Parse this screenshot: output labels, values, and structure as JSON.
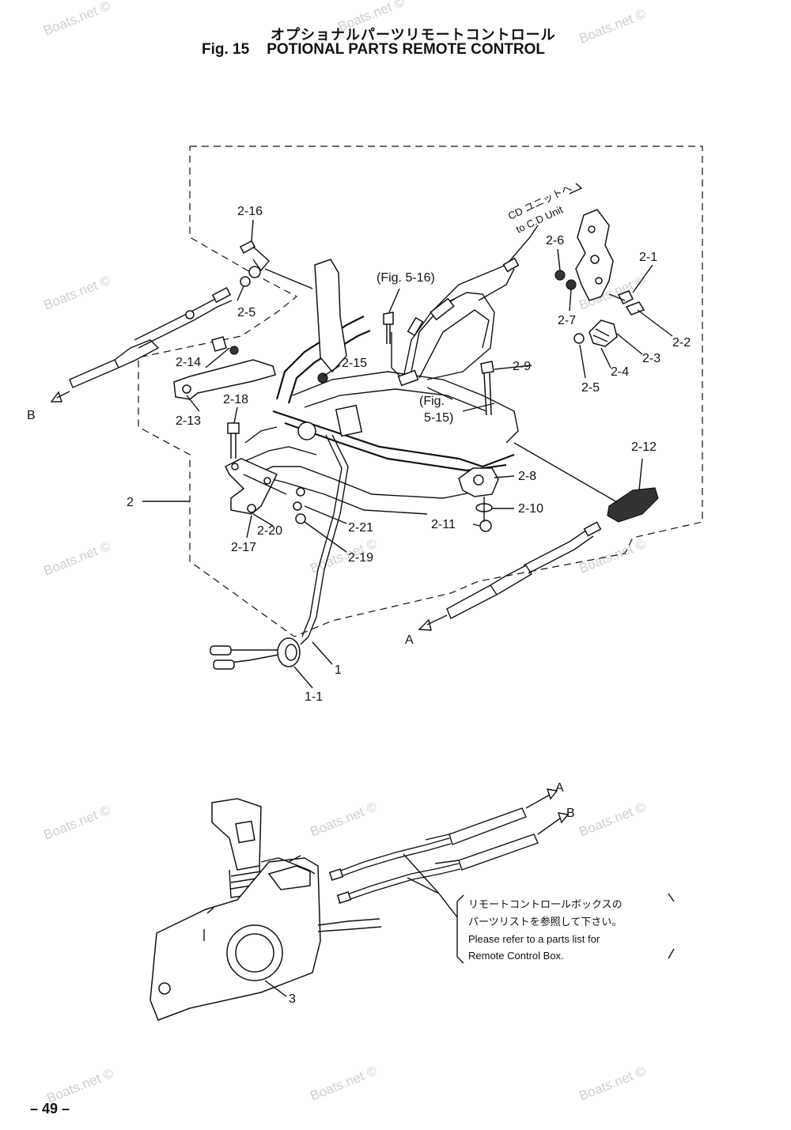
{
  "header": {
    "title_jp": "オプショナルパーツリモートコントロール",
    "fig_label": "Fig. 15",
    "title_en": "POTIONAL PARTS REMOTE CONTROL"
  },
  "callouts": {
    "c2_16": "2-16",
    "c2_5a": "2-5",
    "c2_14": "2-14",
    "c2_13": "2-13",
    "c2_18": "2-18",
    "c2_15": "2-15",
    "c2_6": "2-6",
    "c2_7": "2-7",
    "c2_1": "2-1",
    "c2_2": "2-2",
    "c2_3": "2-3",
    "c2_4": "2-4",
    "c2_5b": "2-5",
    "c2_9": "2-9",
    "c2_8": "2-8",
    "c2_10": "2-10",
    "c2_11": "2-11",
    "c2_12": "2-12",
    "c2": "2",
    "c2_20": "2-20",
    "c2_21": "2-21",
    "c2_17": "2-17",
    "c2_19": "2-19",
    "c1": "1",
    "c1_1": "1-1",
    "c3": "3",
    "arrow_a1": "A",
    "arrow_b1": "B",
    "arrow_a2": "A",
    "arrow_b2": "B"
  },
  "refs": {
    "fig_5_16": "(Fig. 5-16)",
    "fig_5_15_line1": "(Fig.",
    "fig_5_15_line2": "5-15)",
    "cd_unit_jp": "CD ユニットへ",
    "cd_unit_en": "to C.D Unit"
  },
  "note": {
    "jp_line1": "リモートコントロールボックスの",
    "jp_line2": "パーツリストを参照して下さい。",
    "en_line1": "Please refer to a parts list for",
    "en_line2": "Remote Control Box."
  },
  "watermark": "Boats.net ©",
  "page_number": "– 49 –"
}
